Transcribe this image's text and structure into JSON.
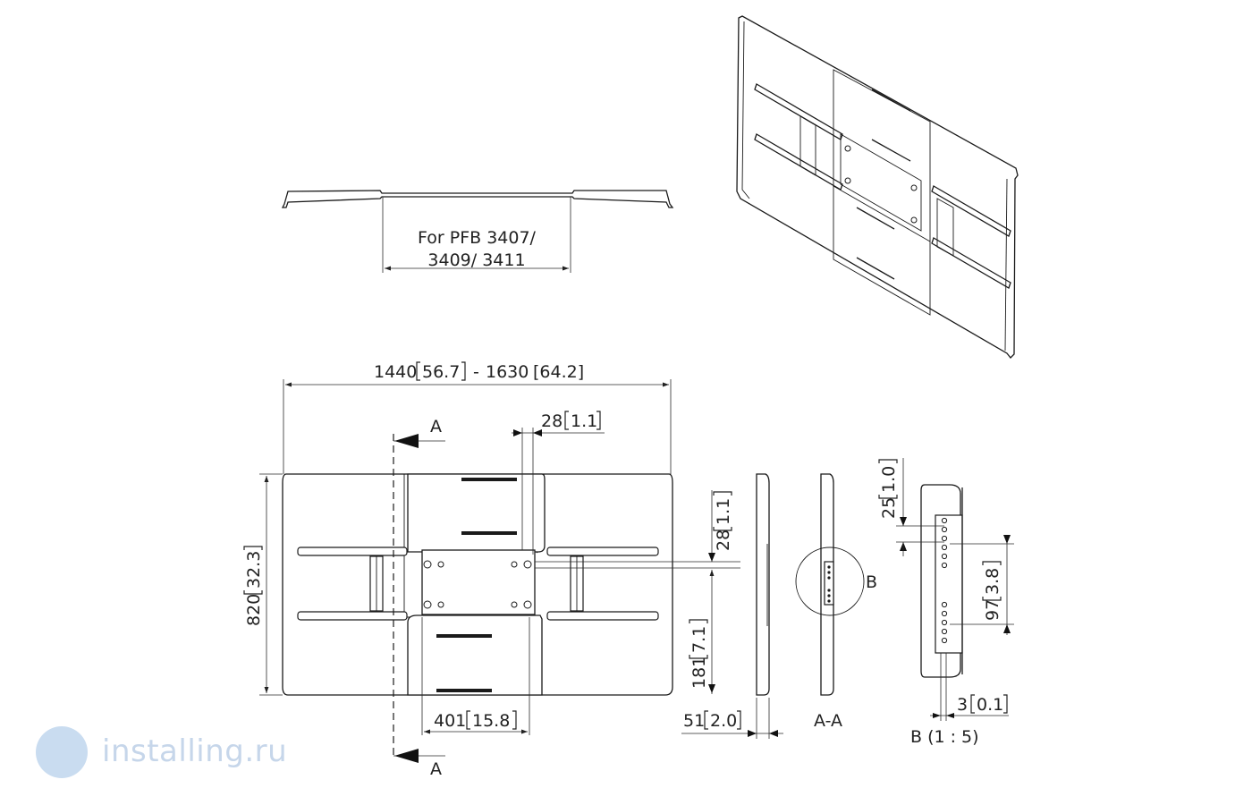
{
  "top_view": {
    "note_line1": "For PFB 3407/",
    "note_line2": "3409/ 3411"
  },
  "front_view": {
    "width_mm_min": "1440",
    "width_in_min": "56.7",
    "width_sep": "-",
    "width_mm_max": "1630",
    "width_in_max": "[64.2]",
    "offset_mm": "28",
    "offset_in": "1.1",
    "height_mm": "820",
    "height_in": "32.3",
    "center_mm": "401",
    "center_in": "15.8",
    "section_label_top": "A",
    "section_label_bottom": "A"
  },
  "side_view": {
    "top_mm": "28",
    "top_in": "1.1",
    "bottom_mm": "181",
    "bottom_in": "7.1",
    "depth_mm": "51",
    "depth_in": "2.0"
  },
  "section_view": {
    "label": "A-A",
    "detail_callout": "B"
  },
  "detail_view": {
    "top_mm": "25",
    "top_in": "1.0",
    "pitch_mm": "97",
    "pitch_in": "3.8",
    "thick_mm": "3",
    "thick_in": "0.1",
    "label": "B (1 : 5)"
  },
  "watermark": {
    "text": "installing.ru"
  }
}
